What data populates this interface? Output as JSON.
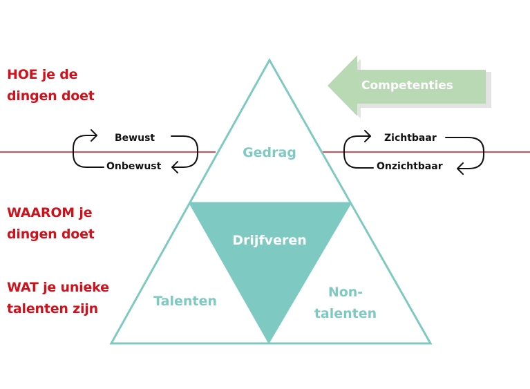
{
  "colors": {
    "teal": "#7ecac3",
    "red": "#d0101a",
    "green_arrow": "#b8d9b4"
  },
  "left_labels": {
    "hoe": [
      "HOE je de",
      "dingen doet"
    ],
    "waarom": [
      "WAAROM je",
      "dingen doet"
    ],
    "wat": [
      "WAT je unieke",
      "talenten zijn"
    ]
  },
  "competenties": "Competenties",
  "left_cycle": {
    "top": "Bewust",
    "bottom": "Onbewust"
  },
  "right_cycle": {
    "top": "Zichtbaar",
    "bottom": "Onzichtbaar"
  },
  "triangle": {
    "top": "Gedrag",
    "center": "Drijfveren",
    "left": "Talenten",
    "right_line1": "Non-",
    "right_line2": "talenten"
  }
}
